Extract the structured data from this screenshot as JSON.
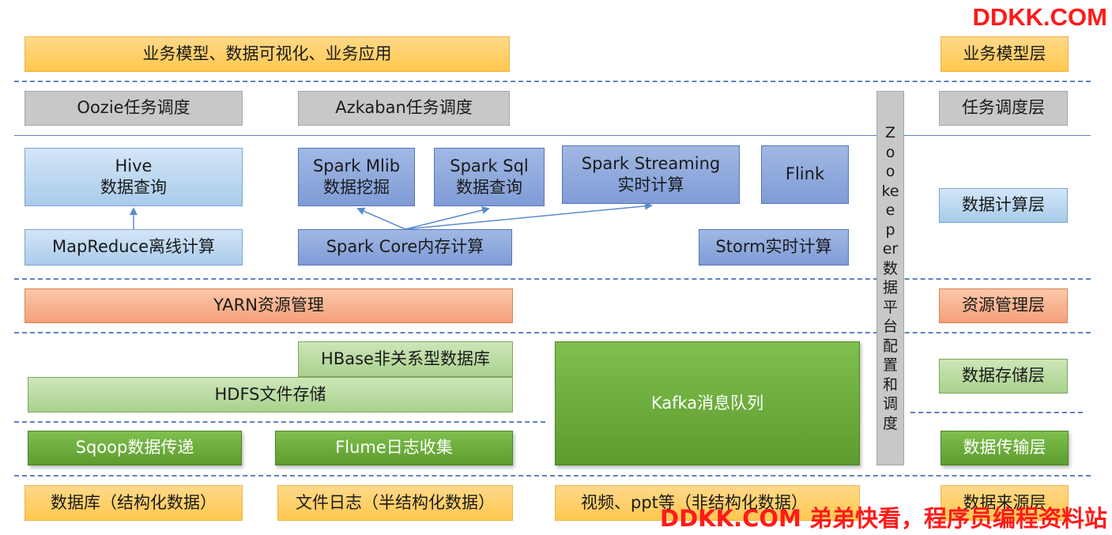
{
  "watermark_top": "DDKK.COM",
  "watermark_bottom": "DDKK.COM 弟弟快看，程序员编程资料站",
  "layers": {
    "business": "业务模型层",
    "scheduling": "任务调度层",
    "compute": "数据计算层",
    "resource": "资源管理层",
    "storage": "数据存储层",
    "transport": "数据传输层",
    "source": "数据来源层"
  },
  "business_model": "业务模型、数据可视化、业务应用",
  "oozie": "Oozie任务调度",
  "azkaban": "Azkaban任务调度",
  "hive": "Hive\n数据查询",
  "mapreduce": "MapReduce离线计算",
  "spark_mlib": "Spark Mlib\n数据挖掘",
  "spark_sql": "Spark Sql\n数据查询",
  "spark_streaming": "Spark Streaming\n实时计算",
  "flink": "Flink",
  "spark_core": "Spark Core内存计算",
  "storm": "Storm实时计算",
  "yarn": "YARN资源管理",
  "hbase": "HBase非关系型数据库",
  "hdfs": "HDFS文件存储",
  "kafka": "Kafka消息队列",
  "sqoop": "Sqoop数据传递",
  "flume": "Flume日志收集",
  "zookeeper": "Zookeeper数据平台配置和调度",
  "sources": {
    "db": "数据库（结构化数据）",
    "file": "文件日志（半结构化数据）",
    "media": "视频、ppt等（非结构化数据）"
  }
}
